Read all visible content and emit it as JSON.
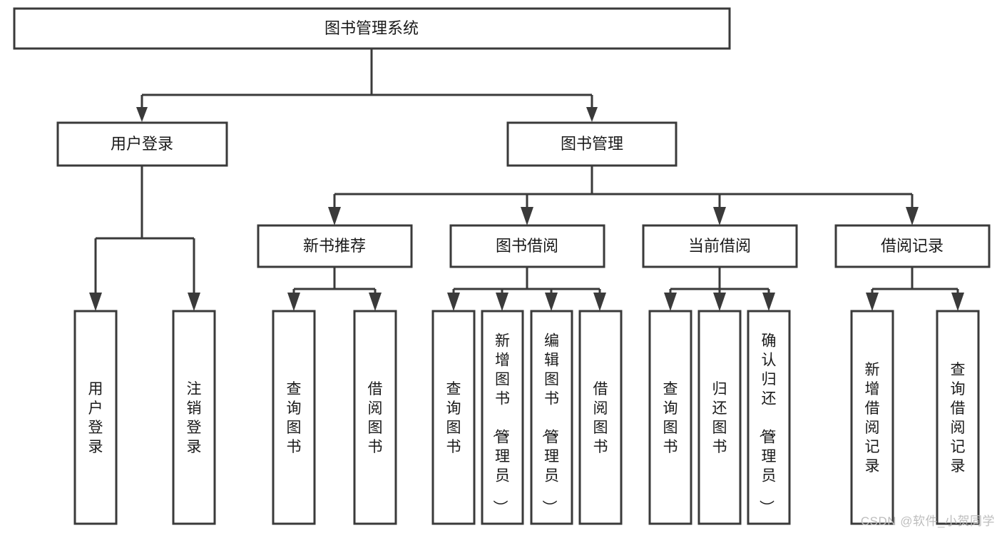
{
  "diagram": {
    "title": "图书管理系统",
    "type": "tree-hierarchy",
    "orientation": "top-down",
    "colors": {
      "stroke": "#3a3a3a",
      "box_fill": "#ffffff",
      "text": "#1a1a1a",
      "background": "#ffffff",
      "watermark": "#bdbdbd"
    }
  },
  "watermark": {
    "text": "CSDN @软件_小贺同学"
  },
  "nodes": {
    "root": {
      "label": "图书管理系统",
      "level": 1,
      "orientation": "horizontal"
    },
    "l2": [
      {
        "id": "user-login",
        "label": "用户登录",
        "level": 2,
        "orientation": "horizontal"
      },
      {
        "id": "book-manage",
        "label": "图书管理",
        "level": 2,
        "orientation": "horizontal"
      }
    ],
    "l3": [
      {
        "id": "new-book-recommend",
        "label": "新书推荐",
        "level": 3,
        "orientation": "horizontal",
        "parent": "book-manage"
      },
      {
        "id": "book-borrow",
        "label": "图书借阅",
        "level": 3,
        "orientation": "horizontal",
        "parent": "book-manage"
      },
      {
        "id": "current-borrow",
        "label": "当前借阅",
        "level": 3,
        "orientation": "horizontal",
        "parent": "book-manage"
      },
      {
        "id": "borrow-record",
        "label": "借阅记录",
        "level": 3,
        "orientation": "horizontal",
        "parent": "book-manage"
      }
    ],
    "leaves": [
      {
        "id": "leaf-user-login",
        "label": "用户登录",
        "parent": "user-login",
        "orientation": "vertical"
      },
      {
        "id": "leaf-user-logout",
        "label": "注销登录",
        "parent": "user-login",
        "orientation": "vertical"
      },
      {
        "id": "leaf-query-book-1",
        "label": "查询图书",
        "parent": "new-book-recommend",
        "orientation": "vertical"
      },
      {
        "id": "leaf-borrow-book-1",
        "label": "借阅图书",
        "parent": "new-book-recommend",
        "orientation": "vertical"
      },
      {
        "id": "leaf-query-book-2",
        "label": "查询图书",
        "parent": "book-borrow",
        "orientation": "vertical"
      },
      {
        "id": "leaf-add-book",
        "label": "新增图书（管理员）",
        "parent": "book-borrow",
        "orientation": "vertical"
      },
      {
        "id": "leaf-edit-book",
        "label": "编辑图书（管理员）",
        "parent": "book-borrow",
        "orientation": "vertical"
      },
      {
        "id": "leaf-borrow-book-2",
        "label": "借阅图书",
        "parent": "book-borrow",
        "orientation": "vertical"
      },
      {
        "id": "leaf-query-book-3",
        "label": "查询图书",
        "parent": "current-borrow",
        "orientation": "vertical"
      },
      {
        "id": "leaf-return-book",
        "label": "归还图书",
        "parent": "current-borrow",
        "orientation": "vertical"
      },
      {
        "id": "leaf-confirm-return",
        "label": "确认归还（管理员）",
        "parent": "current-borrow",
        "orientation": "vertical"
      },
      {
        "id": "leaf-add-record",
        "label": "新增借阅记录",
        "parent": "borrow-record",
        "orientation": "vertical"
      },
      {
        "id": "leaf-query-record",
        "label": "查询借阅记录",
        "parent": "borrow-record",
        "orientation": "vertical"
      }
    ]
  }
}
